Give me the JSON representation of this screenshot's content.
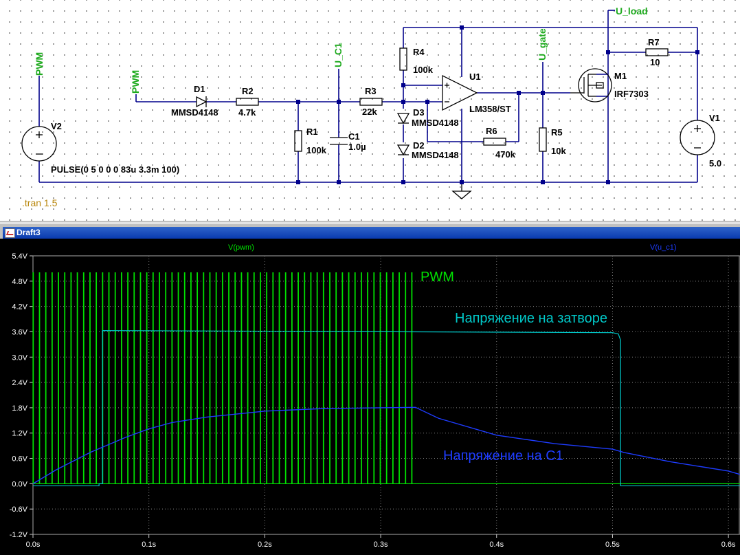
{
  "schematic": {
    "labels": {
      "pwm_source_node": "PWM",
      "pwm_input_node": "PWM",
      "uc1_node": "U_C1",
      "ugate_node": "U_gate",
      "uload_node": "U_load",
      "V2": "V2",
      "V2_value": "PULSE(0 5 0 0 0 83u 3.3m 100)",
      "D1": "D1",
      "D1_value": "MMSD4148",
      "R2": "R2",
      "R2_value": "4.7k",
      "R1": "R1",
      "R1_value": "100k",
      "C1": "C1",
      "C1_value": "1.0µ",
      "R3": "R3",
      "R3_value": "22k",
      "R4": "R4",
      "R4_value": "100k",
      "D3": "D3",
      "D3_value": "MMSD4148",
      "D2": "D2",
      "D2_value": "MMSD4148",
      "U1": "U1",
      "U1_value": "LM358/ST",
      "R6": "R6",
      "R6_value": "470k",
      "R5": "R5",
      "R5_value": "10k",
      "M1": "M1",
      "M1_value": "IRF7303",
      "R7": "R7",
      "R7_value": "10",
      "V1": "V1",
      "V1_value": "5.0",
      "directive": ".tran 1.5"
    },
    "colors": {
      "net_label": "#1eaa1e",
      "directive": "#b8860b",
      "wire": "#00008b",
      "part": "#000000"
    }
  },
  "plot_window": {
    "title": "Draft3",
    "trace_labels": {
      "pwm": "V(pwm)",
      "uc1": "V(u_c1)"
    },
    "annotations": {
      "pwm": "PWM",
      "gate": "Напряжение на затворе",
      "c1": "Напряжение на C1"
    },
    "colors": {
      "pwm": "#00e000",
      "gate": "#00c8c8",
      "c1": "#1e3cff",
      "grid": "#7f7f7f",
      "axis_text": "#ffffff"
    }
  },
  "chart_data": {
    "type": "line",
    "title": "",
    "xlabel": "",
    "ylabel": "",
    "xlim": [
      0,
      0.61
    ],
    "ylim": [
      -1.2,
      5.4
    ],
    "x_ticks": [
      "0.0s",
      "0.1s",
      "0.2s",
      "0.3s",
      "0.4s",
      "0.5s",
      "0.6s"
    ],
    "y_ticks": [
      "5.4V",
      "4.8V",
      "4.2V",
      "3.6V",
      "3.0V",
      "2.4V",
      "1.8V",
      "1.2V",
      "0.6V",
      "0.0V",
      "-0.6V",
      "-1.2V"
    ],
    "grid": true,
    "series": [
      {
        "name": "V(pwm)",
        "style": "pulse",
        "pulse_start": 0,
        "pulse_end": 0.33,
        "period": 0.0033,
        "high": 5.0,
        "low": 0.0
      },
      {
        "name": "V(u_c1)",
        "x": [
          0,
          0.02,
          0.05,
          0.08,
          0.1,
          0.12,
          0.15,
          0.2,
          0.25,
          0.3,
          0.33,
          0.35,
          0.4,
          0.45,
          0.5,
          0.51,
          0.55,
          0.6,
          0.61
        ],
        "y": [
          0,
          0.33,
          0.75,
          1.1,
          1.3,
          1.45,
          1.58,
          1.72,
          1.78,
          1.8,
          1.81,
          1.55,
          1.15,
          0.95,
          0.82,
          0.74,
          0.52,
          0.3,
          0.22
        ]
      },
      {
        "name": "",
        "x": [
          0,
          0.057,
          0.057,
          0.06,
          0.06,
          0.5,
          0.505,
          0.507,
          0.507,
          0.61
        ],
        "y": [
          -0.05,
          -0.05,
          0.0,
          0.0,
          3.63,
          3.58,
          3.55,
          3.4,
          -0.05,
          -0.05
        ]
      }
    ]
  }
}
